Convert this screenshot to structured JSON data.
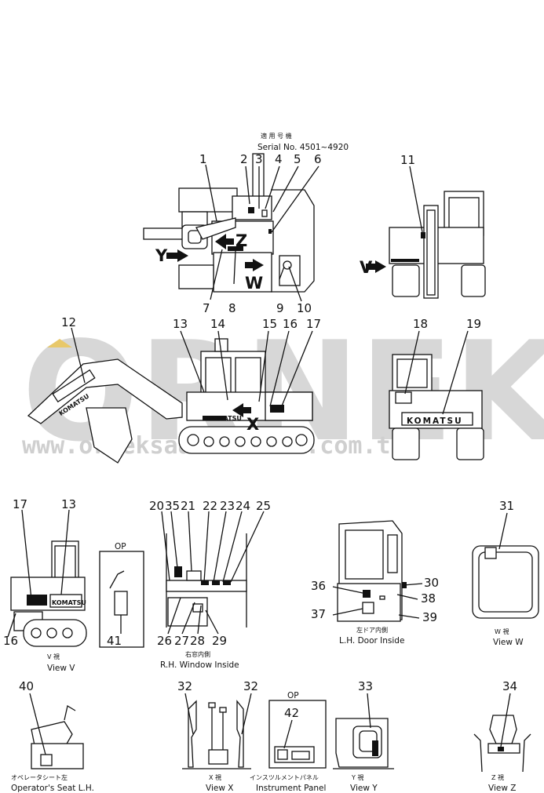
{
  "watermark": {
    "brand": "ORNEK",
    "url": "www.orneksaatkinalam.com.tr"
  },
  "serial": {
    "jp": "適 用 号 機",
    "text": "Serial No. 4501~4920"
  },
  "brand_text": {
    "boom": "KOMATSU",
    "counterweight": "KOMATSU",
    "cab": "KOMATSU",
    "side": "KOMATSU"
  },
  "view_letters": {
    "z": "Z",
    "y": "Y",
    "w": "W",
    "v": "V",
    "x": "X"
  },
  "numbers": {
    "n1": "1",
    "n2": "2",
    "n3": "3",
    "n4": "4",
    "n5": "5",
    "n6": "6",
    "n7": "7",
    "n8": "8",
    "n9": "9",
    "n10": "10",
    "n11": "11",
    "n12": "12",
    "n13": "13",
    "n14": "14",
    "n15": "15",
    "n16": "16",
    "n17": "17",
    "n18": "18",
    "n19": "19",
    "n20": "20",
    "n35": "35",
    "n21": "21",
    "n22": "22",
    "n23": "23",
    "n24": "24",
    "n25": "25",
    "n26": "26",
    "n27": "27",
    "n28": "28",
    "n29": "29",
    "n30": "30",
    "n36": "36",
    "n37": "37",
    "n38": "38",
    "n39": "39",
    "n31": "31",
    "n17b": "17",
    "n13b": "13",
    "n16b": "16",
    "n41": "41",
    "n40": "40",
    "n32a": "32",
    "n32b": "32",
    "n33": "33",
    "n34": "34",
    "n42": "42"
  },
  "op_labels": {
    "op1": "OP",
    "op2": "OP"
  },
  "captions": {
    "view_v": {
      "jp": "V 視",
      "en": "View V"
    },
    "rh_window": {
      "jp": "右窓内側",
      "en": "R.H. Window Inside"
    },
    "lh_door": {
      "jp": "左ドア内側",
      "en": "L.H. Door Inside"
    },
    "view_w": {
      "jp": "W 視",
      "en": "View W"
    },
    "operator_seat": {
      "jp": "オペレータシート左",
      "en": "Operator's Seat L.H."
    },
    "view_x": {
      "jp": "X 視",
      "en": "View X"
    },
    "instrument_panel": {
      "jp": "インスツルメントパネル",
      "en": "Instrument Panel"
    },
    "view_y": {
      "jp": "Y 視",
      "en": "View Y"
    },
    "view_z": {
      "jp": "Z 視",
      "en": "View Z"
    }
  }
}
